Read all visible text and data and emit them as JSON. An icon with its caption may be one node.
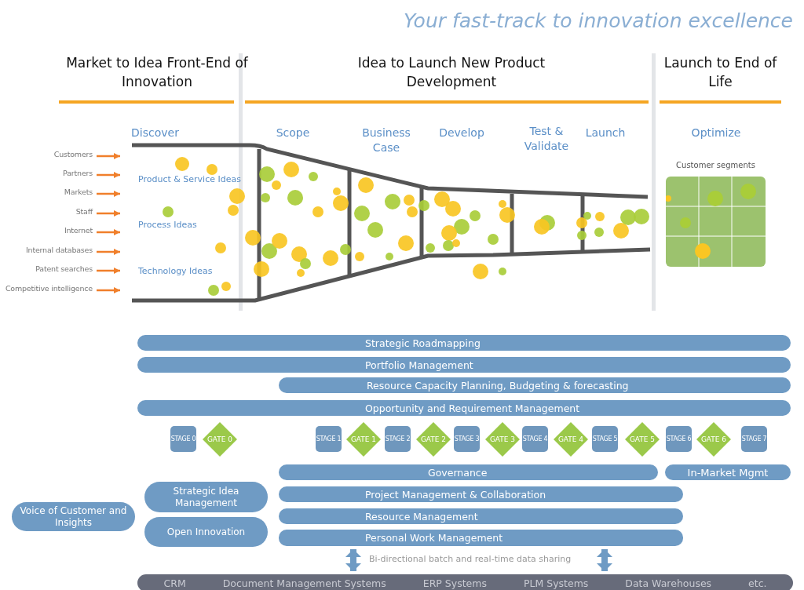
{
  "diagram": {
    "title": "Your fast-track to innovation excellence",
    "nodes": [
      {
        "text": [
          "Customers"
        ]
      },
      {
        "text": [
          "Partners"
        ]
      },
      {
        "text": [
          "Markets"
        ]
      },
      {
        "text": [
          "Staff"
        ]
      },
      {
        "text": [
          "Internet"
        ]
      },
      {
        "text": [
          "Internal databases"
        ]
      },
      {
        "text": [
          "Patent searches"
        ]
      },
      {
        "text": [
          "Competitive intelligence"
        ]
      },
      {
        "text": [
          "Customer segments"
        ]
      },
      {
        "text": [
          "Strategic Roadmapping"
        ]
      },
      {
        "text": [
          "Portfolio Management"
        ]
      },
      {
        "text": [
          "Resource Capacity Planning, Budgeting & forecasting"
        ]
      },
      {
        "text": [
          "Opportunity and Requirement Management"
        ]
      },
      {
        "text": [
          "STAGE 0"
        ]
      },
      {
        "text": [
          "GATE 0"
        ]
      },
      {
        "text": [
          "STAGE 1"
        ]
      },
      {
        "text": [
          "GATE 1"
        ]
      },
      {
        "text": [
          "STAGE 2"
        ]
      },
      {
        "text": [
          "GATE 2"
        ]
      },
      {
        "text": [
          "STAGE 3"
        ]
      },
      {
        "text": [
          "GATE 3"
        ]
      },
      {
        "text": [
          "STAGE 4"
        ]
      },
      {
        "text": [
          "GATE 4"
        ]
      },
      {
        "text": [
          "STAGE 5"
        ]
      },
      {
        "text": [
          "GATE 5"
        ]
      },
      {
        "text": [
          "STAGE 6"
        ]
      },
      {
        "text": [
          "GATE 6"
        ]
      },
      {
        "text": [
          "STAGE 7"
        ]
      },
      {
        "text": [
          "Governance"
        ]
      },
      {
        "text": [
          "In-Market Mgmt"
        ]
      },
      {
        "text": [
          "Voice of Customer and Insights"
        ]
      },
      {
        "text": [
          "Strategic Idea Management"
        ]
      },
      {
        "text": [
          "Open Innovation"
        ]
      },
      {
        "text": [
          "Project Management & Collaboration"
        ]
      },
      {
        "text": [
          "Resource Management"
        ]
      },
      {
        "text": [
          "Personal Work Management"
        ]
      },
      {
        "text": [
          "CRM",
          "Document Management Systems",
          "ERP Systems",
          "PLM Systems",
          "Data Warehouses",
          "etc."
        ]
      }
    ],
    "edges": [
      {
        "from": 0,
        "to": null,
        "arrow": "to"
      },
      {
        "from": 1,
        "to": null,
        "arrow": "to"
      },
      {
        "from": 2,
        "to": null,
        "arrow": "to"
      },
      {
        "from": 3,
        "to": null,
        "arrow": "to"
      },
      {
        "from": 4,
        "to": null,
        "arrow": "to"
      },
      {
        "from": 5,
        "to": null,
        "arrow": "to"
      },
      {
        "from": 6,
        "to": null,
        "arrow": "to"
      },
      {
        "from": 7,
        "to": null,
        "arrow": "to"
      },
      {
        "from": 35,
        "to": 36,
        "arrow": "both",
        "style": "thick",
        "color": "#6f9bc4"
      },
      {
        "from": 35,
        "to": 36,
        "arrow": "both",
        "style": "thick",
        "color": "#6f9bc4"
      }
    ],
    "labels": [
      "Market to Idea Front-End of Innovation",
      "Idea to Launch New Product Development",
      "Launch to End of Life",
      "Discover",
      "Scope",
      "Business Case",
      "Develop",
      "Test & Validate",
      "Launch",
      "Optimize",
      "Product & Service Ideas",
      "Process Ideas",
      "Technology Ideas",
      "Bi-directional batch and real-time data sharing"
    ]
  }
}
